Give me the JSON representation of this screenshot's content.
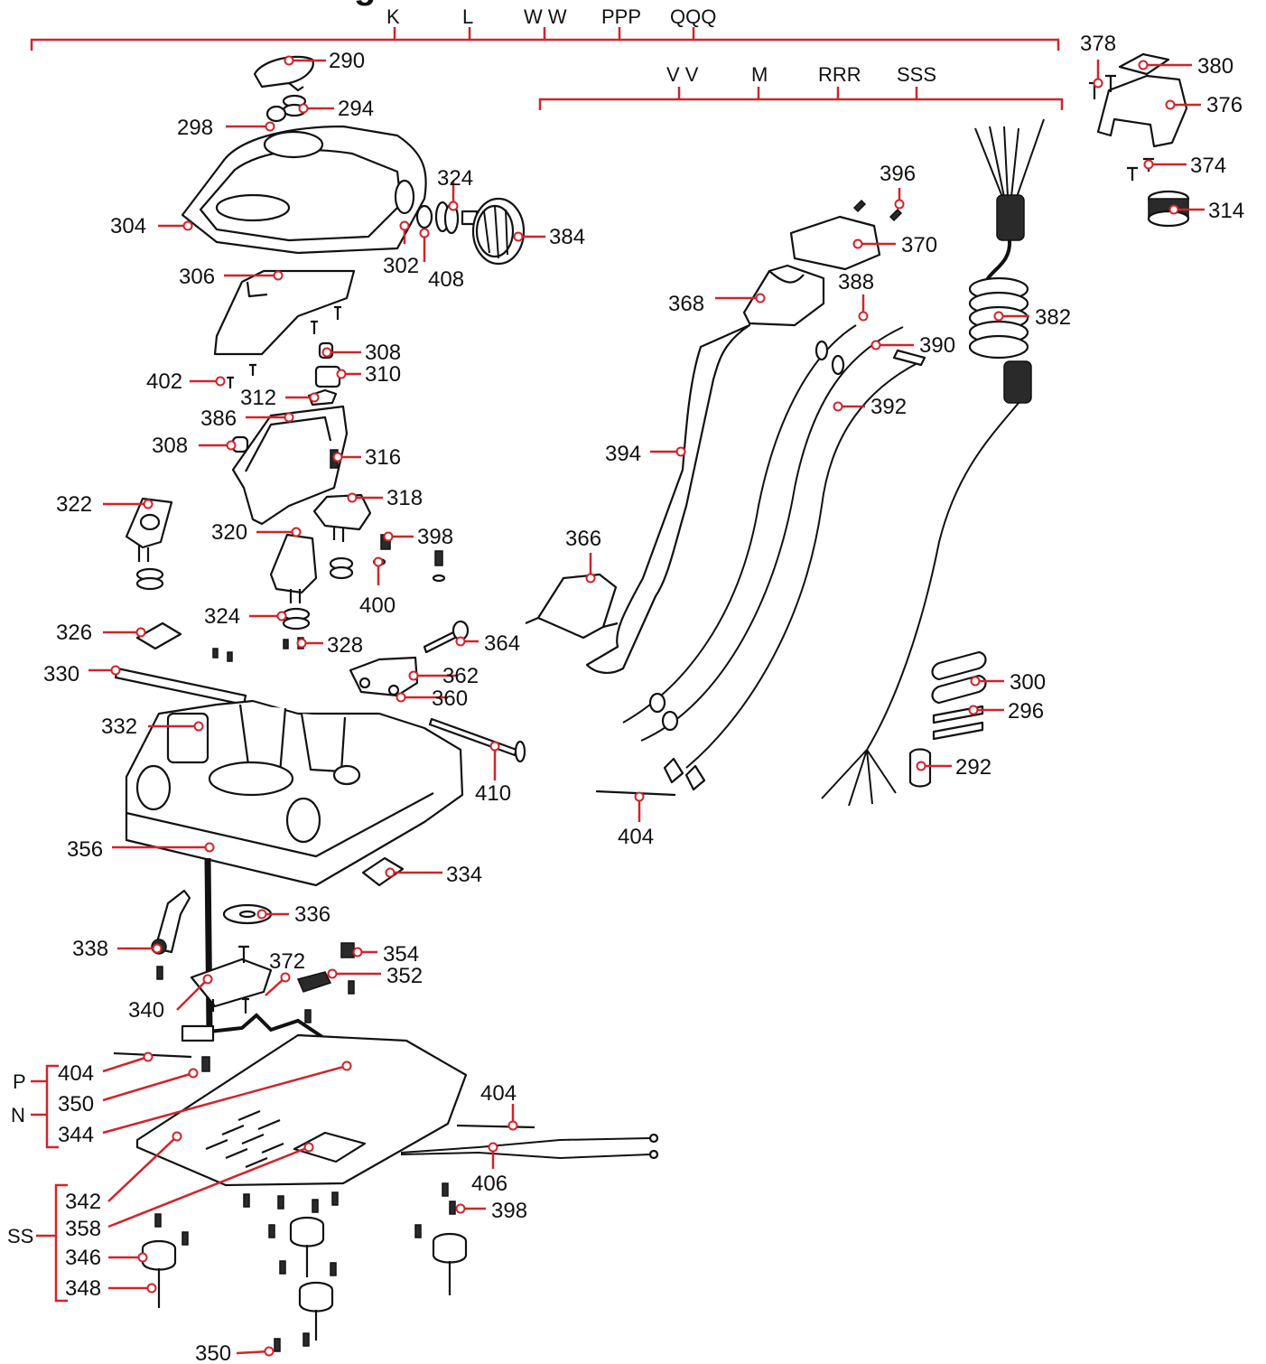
{
  "colors": {
    "leader": "#d2232a",
    "line": "#111111",
    "background": "#ffffff"
  },
  "callouts": [
    {
      "id": "290",
      "text": "290"
    },
    {
      "id": "294",
      "text": "294"
    },
    {
      "id": "298",
      "text": "298"
    },
    {
      "id": "304",
      "text": "304"
    },
    {
      "id": "324a",
      "text": "324"
    },
    {
      "id": "302",
      "text": "302"
    },
    {
      "id": "408",
      "text": "408"
    },
    {
      "id": "384",
      "text": "384"
    },
    {
      "id": "306",
      "text": "306"
    },
    {
      "id": "308a",
      "text": "308"
    },
    {
      "id": "310",
      "text": "310"
    },
    {
      "id": "402",
      "text": "402"
    },
    {
      "id": "312",
      "text": "312"
    },
    {
      "id": "386",
      "text": "386"
    },
    {
      "id": "308b",
      "text": "308"
    },
    {
      "id": "316",
      "text": "316"
    },
    {
      "id": "318",
      "text": "318"
    },
    {
      "id": "322",
      "text": "322"
    },
    {
      "id": "320",
      "text": "320"
    },
    {
      "id": "398a",
      "text": "398"
    },
    {
      "id": "400",
      "text": "400"
    },
    {
      "id": "324b",
      "text": "324"
    },
    {
      "id": "326",
      "text": "326"
    },
    {
      "id": "328",
      "text": "328"
    },
    {
      "id": "330",
      "text": "330"
    },
    {
      "id": "364",
      "text": "364"
    },
    {
      "id": "362",
      "text": "362"
    },
    {
      "id": "360",
      "text": "360"
    },
    {
      "id": "332",
      "text": "332"
    },
    {
      "id": "410",
      "text": "410"
    },
    {
      "id": "356",
      "text": "356"
    },
    {
      "id": "334",
      "text": "334"
    },
    {
      "id": "336",
      "text": "336"
    },
    {
      "id": "338",
      "text": "338"
    },
    {
      "id": "354",
      "text": "354"
    },
    {
      "id": "372",
      "text": "372"
    },
    {
      "id": "352",
      "text": "352"
    },
    {
      "id": "340",
      "text": "340"
    },
    {
      "id": "404a",
      "text": "404"
    },
    {
      "id": "350a",
      "text": "350"
    },
    {
      "id": "344",
      "text": "344"
    },
    {
      "id": "404b",
      "text": "404"
    },
    {
      "id": "406",
      "text": "406"
    },
    {
      "id": "342",
      "text": "342"
    },
    {
      "id": "358",
      "text": "358"
    },
    {
      "id": "398b",
      "text": "398"
    },
    {
      "id": "346",
      "text": "346"
    },
    {
      "id": "348",
      "text": "348"
    },
    {
      "id": "350b",
      "text": "350"
    },
    {
      "id": "396",
      "text": "396"
    },
    {
      "id": "370",
      "text": "370"
    },
    {
      "id": "368",
      "text": "368"
    },
    {
      "id": "388",
      "text": "388"
    },
    {
      "id": "390",
      "text": "390"
    },
    {
      "id": "392",
      "text": "392"
    },
    {
      "id": "394",
      "text": "394"
    },
    {
      "id": "366",
      "text": "366"
    },
    {
      "id": "404c",
      "text": "404"
    },
    {
      "id": "378",
      "text": "378"
    },
    {
      "id": "380",
      "text": "380"
    },
    {
      "id": "376",
      "text": "376"
    },
    {
      "id": "374",
      "text": "374"
    },
    {
      "id": "314",
      "text": "314"
    },
    {
      "id": "382",
      "text": "382"
    },
    {
      "id": "300",
      "text": "300"
    },
    {
      "id": "296",
      "text": "296"
    },
    {
      "id": "292",
      "text": "292"
    }
  ],
  "group_labels": [
    {
      "id": "K",
      "text": "K"
    },
    {
      "id": "L",
      "text": "L"
    },
    {
      "id": "WW",
      "text": "W W"
    },
    {
      "id": "PPP",
      "text": "PPP"
    },
    {
      "id": "QQQ",
      "text": "QQQ"
    },
    {
      "id": "VV",
      "text": "V V"
    },
    {
      "id": "M",
      "text": "M"
    },
    {
      "id": "RRR",
      "text": "RRR"
    },
    {
      "id": "SSS",
      "text": "SSS"
    },
    {
      "id": "P",
      "text": "P"
    },
    {
      "id": "N",
      "text": "N"
    },
    {
      "id": "SS",
      "text": "SS"
    }
  ],
  "title_fragment": "g"
}
